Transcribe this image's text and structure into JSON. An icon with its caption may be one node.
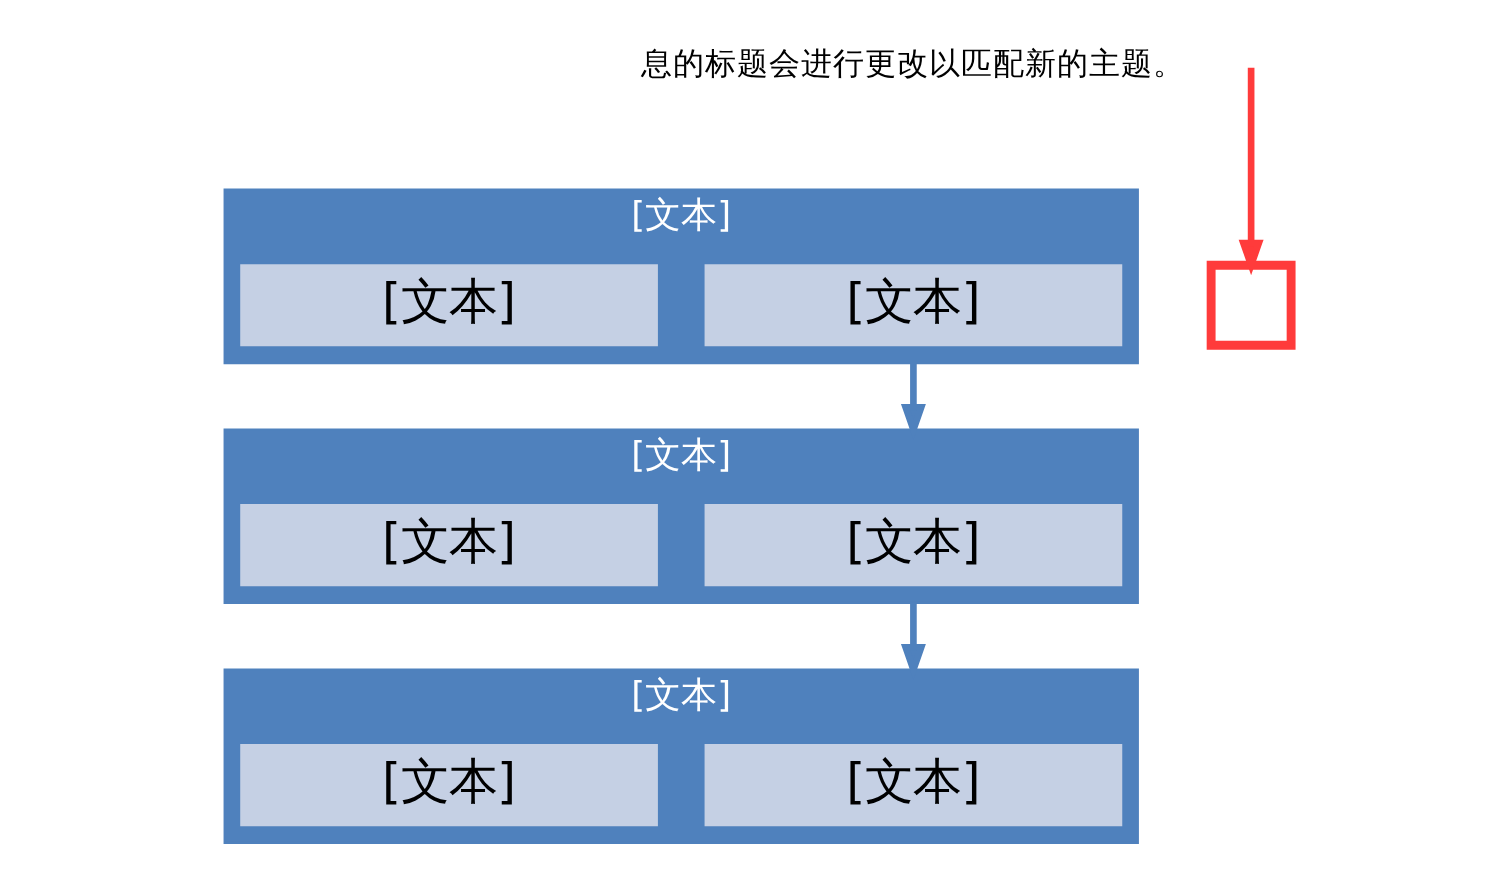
{
  "diagram": {
    "nodes": [
      {
        "text": [
          "[文本]"
        ]
      },
      {
        "text": [
          "[文本]"
        ],
        "in": 0
      },
      {
        "text": [
          "[文本]"
        ],
        "in": 0
      },
      {
        "text": [
          "[文本]"
        ]
      },
      {
        "text": [
          "[文本]"
        ],
        "in": 3
      },
      {
        "text": [
          "[文本]"
        ],
        "in": 3
      },
      {
        "text": [
          "[文本]"
        ]
      },
      {
        "text": [
          "[文本]"
        ],
        "in": 6
      },
      {
        "text": [
          "[文本]"
        ],
        "in": 6
      },
      {
        "text": [],
        "shape": "box"
      }
    ],
    "edges": [
      {
        "from": 0,
        "to": 3,
        "arrow": "to"
      },
      {
        "from": 3,
        "to": 6,
        "arrow": "to"
      },
      {
        "from": null,
        "to": 9,
        "arrow": "to",
        "color": "#ff3b3b"
      }
    ],
    "labels": [
      "息的标题会进行更改以匹配新的主题。"
    ]
  }
}
